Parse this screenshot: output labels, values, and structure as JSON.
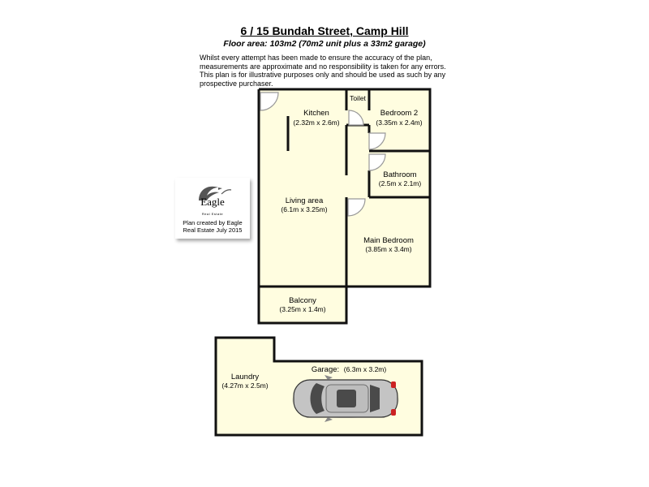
{
  "header": {
    "title": "6 / 15 Bundah Street, Camp Hill",
    "subtitle": "Floor area: 103m2 (70m2 unit plus a 33m2 garage)",
    "disclaimer": "Whilst every attempt has been made to ensure the accuracy of the plan, measurements are approximate and no responsibility is taken for any errors. This plan is for illustrative purposes only and should be used as such by any prospective purchaser."
  },
  "logo": {
    "brand": "Eagle",
    "sub": "Real Estate",
    "credit_line1": "Plan created by Eagle",
    "credit_line2": "Real Estate July 2015"
  },
  "rooms": {
    "kitchen": {
      "name": "Kitchen",
      "dims": "(2.32m x 2.6m)"
    },
    "toilet": {
      "name": "Toilet"
    },
    "bedroom2": {
      "name": "Bedroom 2",
      "dims": "(3.35m x 2.4m)"
    },
    "bathroom": {
      "name": "Bathroom",
      "dims": "(2.5m x 2.1m)"
    },
    "living": {
      "name": "Living area",
      "dims": "(6.1m x 3.25m)"
    },
    "main_bedroom": {
      "name": "Main Bedroom",
      "dims": "(3.85m x 3.4m)"
    },
    "balcony": {
      "name": "Balcony",
      "dims": "(3.25m x 1.4m)"
    },
    "laundry": {
      "name": "Laundry",
      "dims": "(4.27m x 2.5m)"
    },
    "garage": {
      "name": "Garage:",
      "dims": "(6.3m x 3.2m)"
    }
  },
  "colors": {
    "floor": "#fffde0",
    "wall": "#111111",
    "door": "#999999",
    "car_body": "#c4c4c4",
    "car_glass": "#4a4a4a",
    "tail_light": "#cc2222"
  }
}
